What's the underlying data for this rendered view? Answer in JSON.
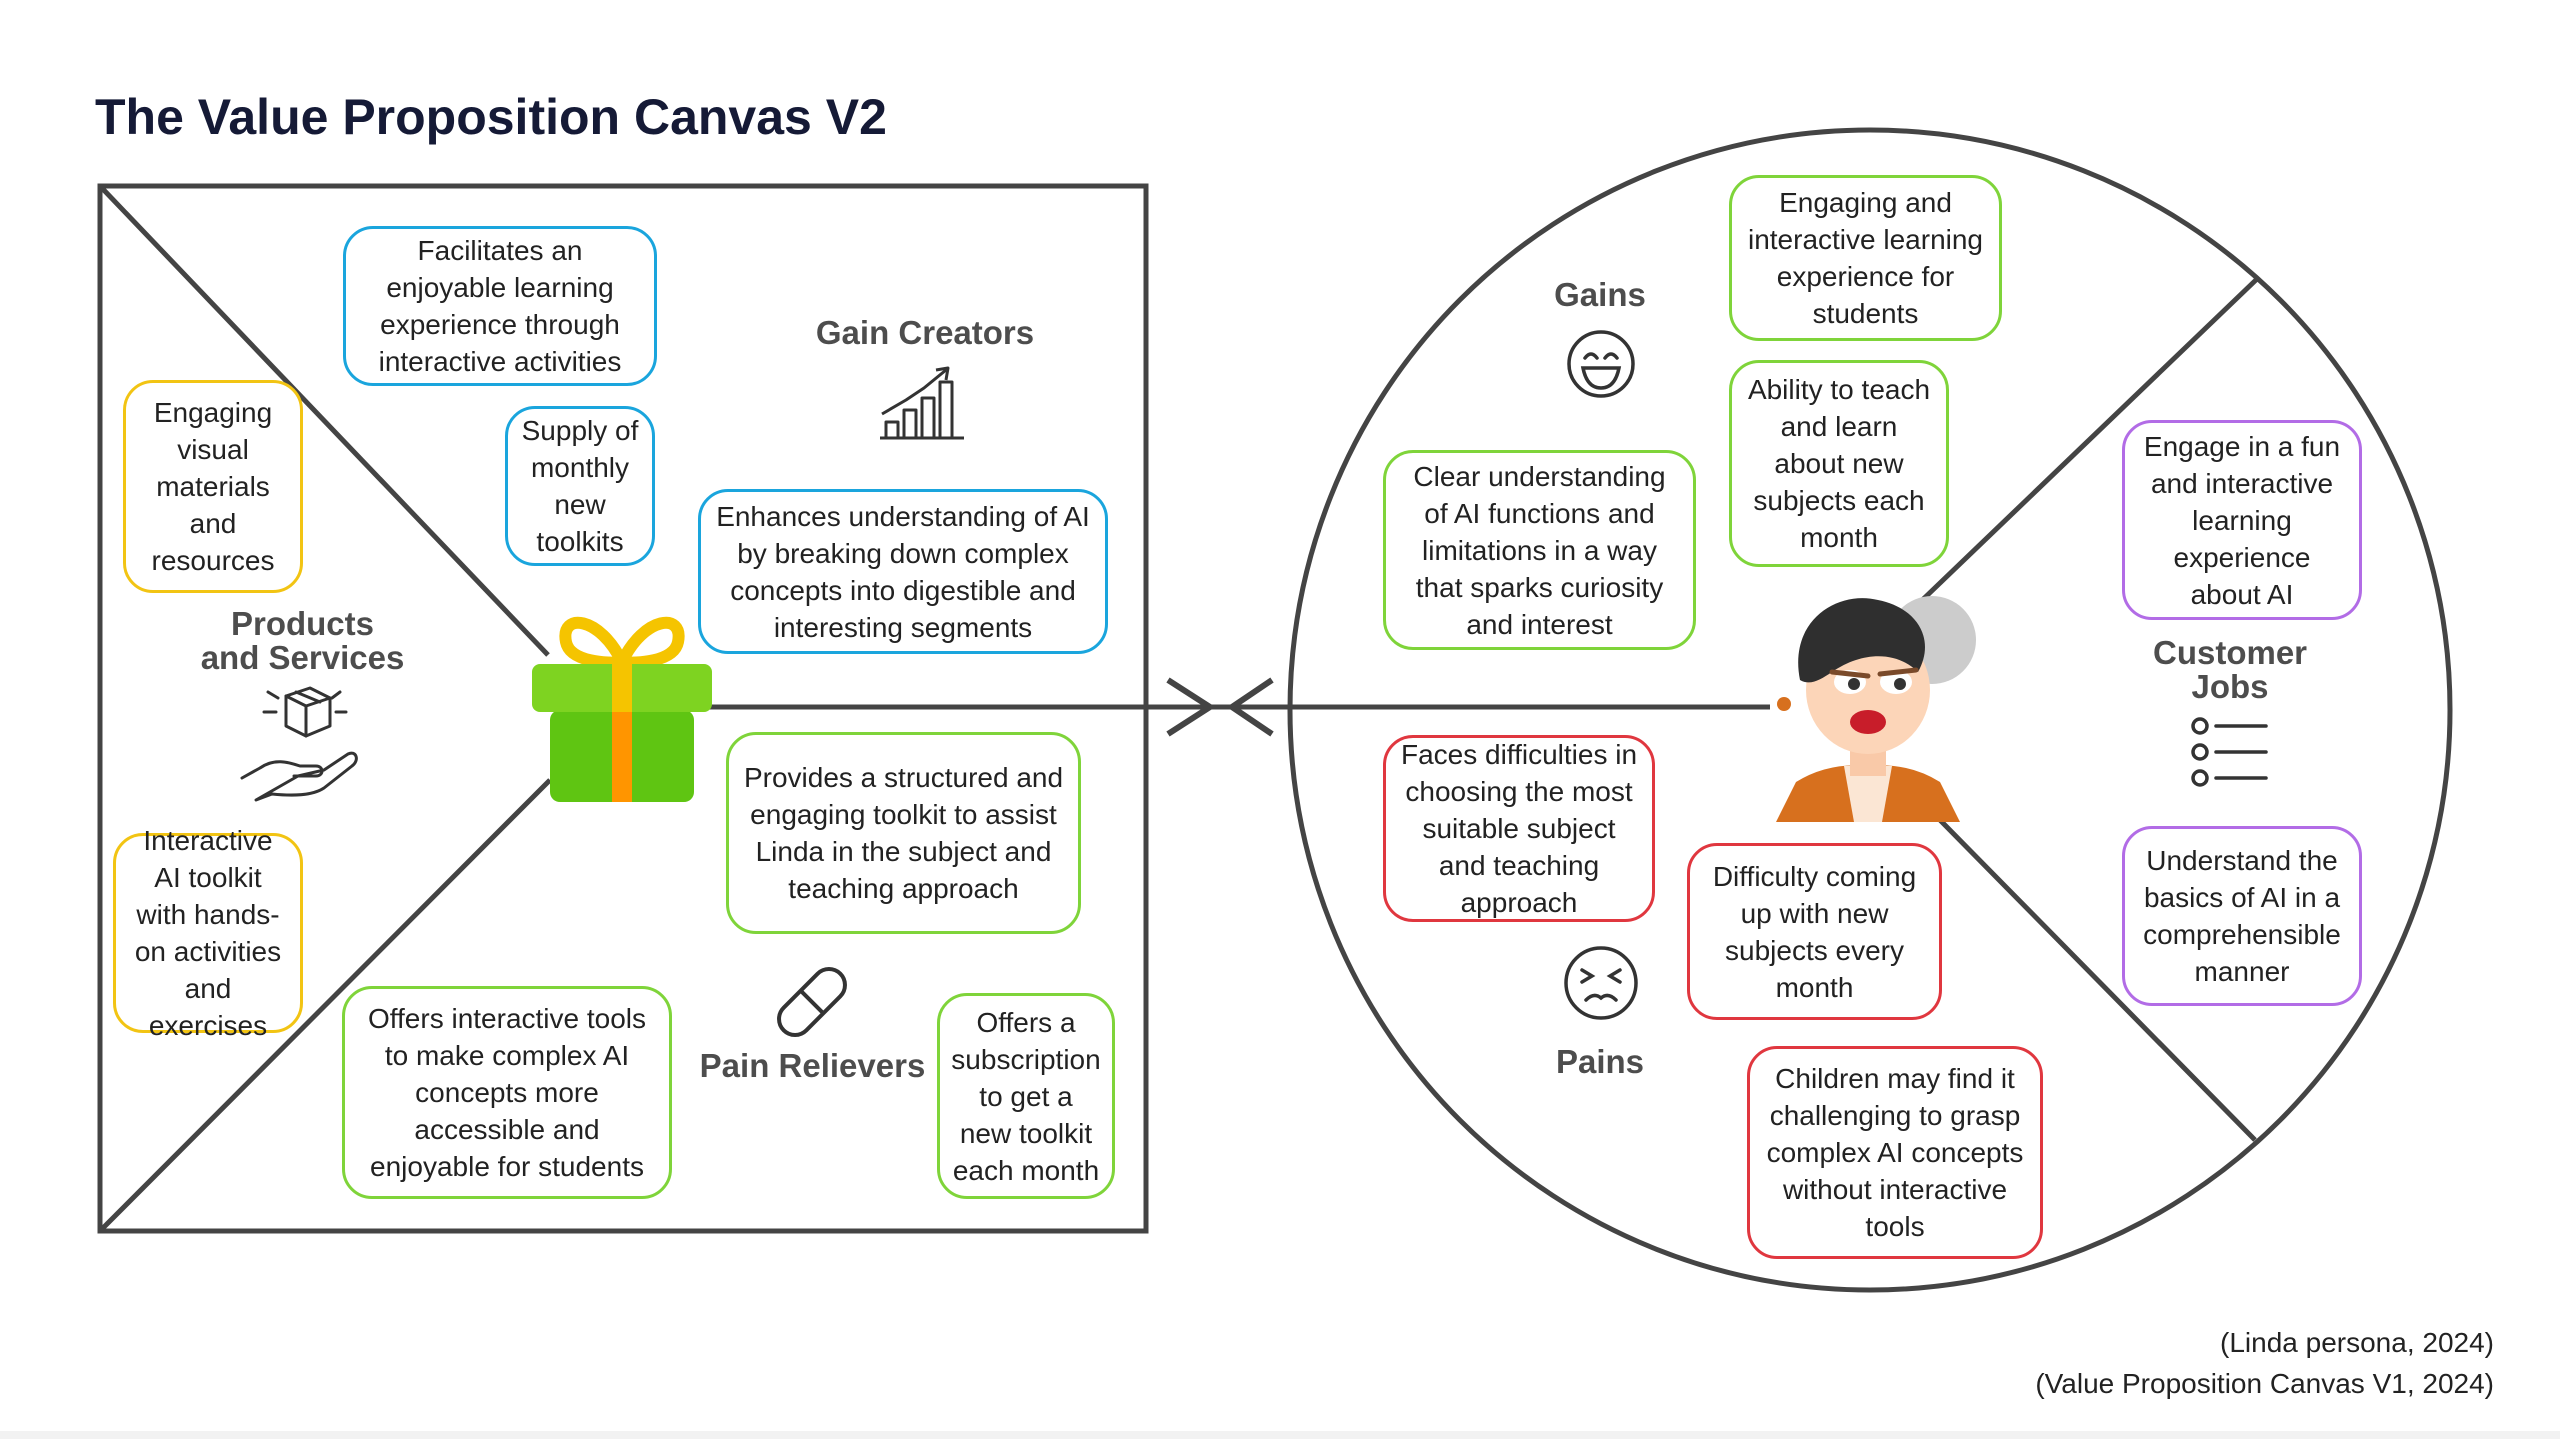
{
  "title": "The Value Proposition Canvas V2",
  "sections": {
    "gain_creators": "Gain Creators",
    "products_services_line1": "Products",
    "products_services_line2": "and Services",
    "pain_relievers": "Pain Relievers",
    "gains": "Gains",
    "pains": "Pains",
    "customer_jobs_line1": "Customer",
    "customer_jobs_line2": "Jobs"
  },
  "notes": {
    "enjoyable_experience": "Facilitates an enjoyable learning experience through interactive activities",
    "monthly_toolkits": "Supply of monthly new toolkits",
    "enhances_understanding": "Enhances understanding of AI by breaking down complex concepts into digestible and interesting segments",
    "engaging_visuals": "Engaging visual materials and resources",
    "interactive_toolkit": "Interactive AI toolkit with hands-on activities and exercises",
    "structured_toolkit": "Provides a structured and engaging toolkit to assist Linda in the subject and teaching approach",
    "interactive_tools": "Offers interactive tools to make complex AI concepts more accessible and enjoyable for students",
    "subscription": "Offers a subscription to get a new toolkit each month",
    "engaging_learning": "Engaging and interactive learning experience for students",
    "teach_new_subjects": "Ability to teach and learn about new subjects each month",
    "clear_understanding": "Clear understanding of AI functions and limitations in a way that sparks curiosity and interest",
    "engage_fun": "Engage in a fun and interactive learning experience about AI",
    "understand_basics": "Understand the basics of AI in a comprehensible manner",
    "choosing_difficulty": "Faces difficulties in choosing the most suitable subject and teaching approach",
    "new_subjects_difficulty": "Difficulty coming up with new subjects every month",
    "children_grasp": "Children may find it challenging to grasp complex AI concepts without interactive tools"
  },
  "credits": {
    "line1": "(Linda persona, 2024)",
    "line2": "(Value Proposition Canvas V1, 2024)"
  },
  "icons": [
    "growth-chart-icon",
    "gift-icon",
    "box-in-hand-icon",
    "pill-icon",
    "smile-face-icon",
    "sad-face-icon",
    "list-icon",
    "persona-avatar"
  ],
  "colors": {
    "blue": "#1aa5dd",
    "yellow": "#f2c413",
    "green": "#7fd43a",
    "purple": "#b26ce6",
    "red": "#e0373f",
    "lines": "#444444"
  }
}
